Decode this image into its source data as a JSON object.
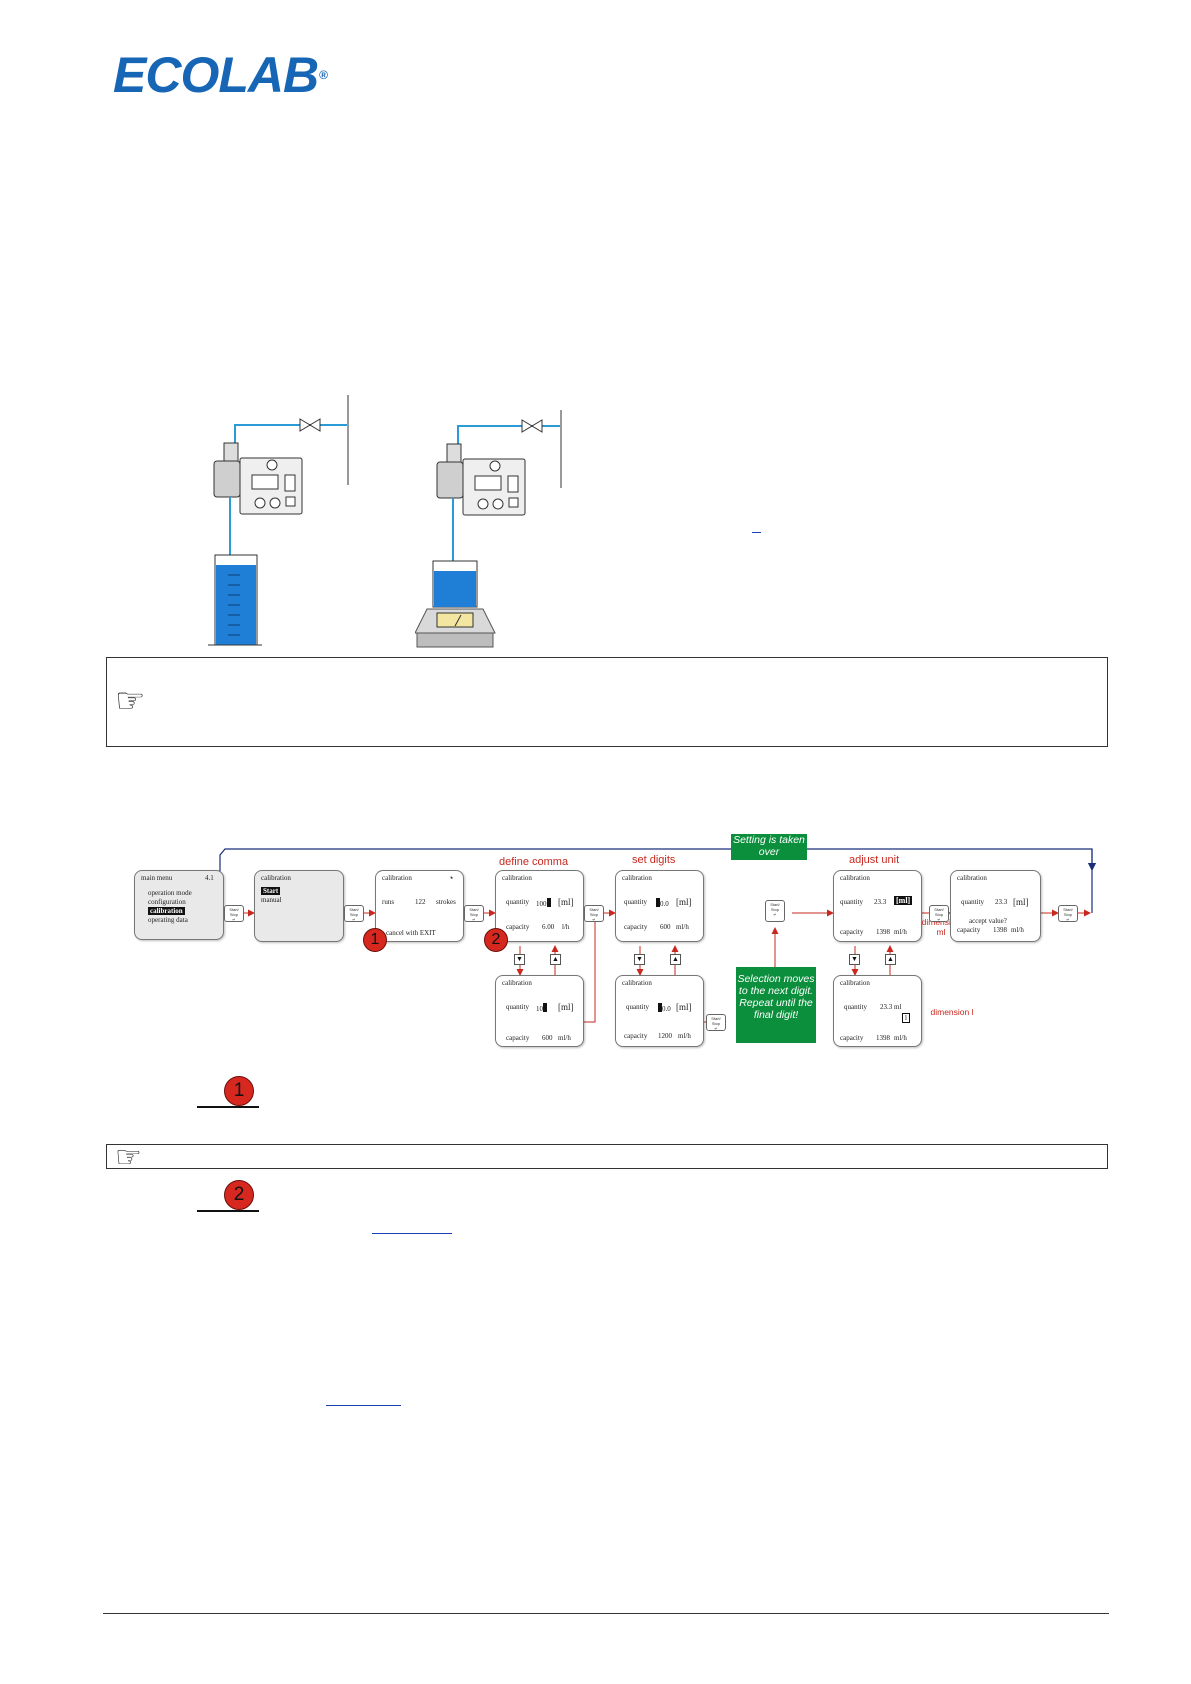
{
  "header": {
    "logo_text": "ECOLAB",
    "logo_registered": "®",
    "brand_color": "#1766b6"
  },
  "note_icon": "pointing-hand-icon",
  "flow": {
    "main_menu": {
      "title": "main menu",
      "number": "4.1",
      "items": [
        "operation mode",
        "configuration",
        "calibration",
        "operating data"
      ]
    },
    "screen_calib_start": {
      "title": "calibration",
      "start": "Start",
      "manual": "manual"
    },
    "screen_runs": {
      "title": "calibration",
      "runs": "runs",
      "value": "122",
      "unit": "strokes",
      "cancel": "cancel with EXIT"
    },
    "screen_comma_top": {
      "title": "calibration",
      "quantity_label": "quantity",
      "quantity_value": "100",
      "unit": "[ml]",
      "capacity_label": "capacity",
      "capacity_value": "6.00",
      "capacity_unit": "l/h"
    },
    "screen_comma_bottom": {
      "title": "calibration",
      "quantity_label": "quantity",
      "quantity_value": "10",
      "unit": "[ml]",
      "capacity_label": "capacity",
      "capacity_value": "600",
      "capacity_unit": "ml/h"
    },
    "screen_digits_top": {
      "title": "calibration",
      "quantity_label": "quantity",
      "quantity_value": "0.0",
      "unit": "[ml]",
      "capacity_label": "capacity",
      "capacity_value": "600",
      "capacity_unit": "ml/h"
    },
    "screen_digits_bottom": {
      "title": "calibration",
      "quantity_label": "quantity",
      "quantity_value": "0.0",
      "unit": "[ml]",
      "capacity_label": "capacity",
      "capacity_value": "1200",
      "capacity_unit": "ml/h"
    },
    "screen_unit_top": {
      "title": "calibration",
      "quantity_label": "quantity",
      "quantity_value": "23.3",
      "unit": "[ml]",
      "capacity_label": "capacity",
      "capacity_value": "1398",
      "capacity_unit": "ml/h"
    },
    "screen_unit_bottom": {
      "title": "calibration",
      "quantity_label": "quantity",
      "quantity_value": "23.3 ml",
      "unit_box": "l",
      "capacity_label": "capacity",
      "capacity_value": "1398",
      "capacity_unit": "ml/h"
    },
    "screen_accept": {
      "title": "calibration",
      "quantity_label": "quantity",
      "quantity_value": "23.3",
      "unit": "[ml]",
      "accept": "accept value?",
      "capacity_label": "capacity",
      "capacity_value": "1398",
      "capacity_unit": "ml/h"
    },
    "labels": {
      "define_comma": "define comma",
      "set_digits": "set digits",
      "adjust_unit": "adjust unit",
      "dimension_ml": "dimension ml",
      "dimension_l": "dimension l"
    },
    "green_top": "Setting is taken over",
    "green_mid": "Selection moves to the next digit. Repeat until the final digit!",
    "key_label": "Start/ Stop",
    "step_numbers": [
      "1",
      "2"
    ]
  },
  "steps": [
    "1",
    "2"
  ],
  "colors": {
    "water": "#1f7fd6",
    "red": "#c8281e",
    "green": "#0b8f3c"
  }
}
